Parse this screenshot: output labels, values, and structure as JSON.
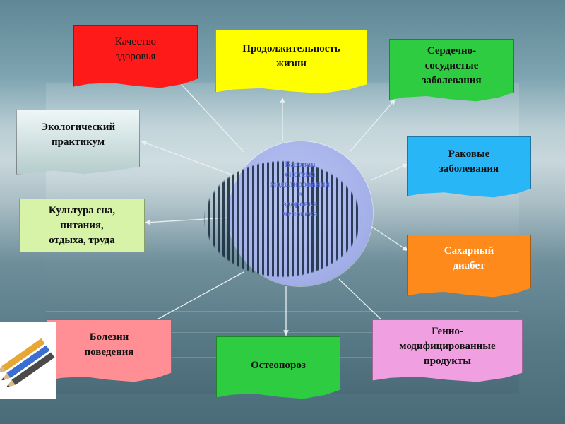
{
  "center": {
    "text": "Базовая\nсистема\nмоделирования\nв\nздоровья\nчеловека"
  },
  "boxes": {
    "kachestvo": "Качество\nздоровья",
    "prodolzh": "Продолжительность\nжизни",
    "serdechno": "Сердечно-\nсосудистые\nзаболевания",
    "ekolog": "Экологический\nпрактикум",
    "rakovye": "Раковые\nзаболевания",
    "kultura": "Культура сна,\nпитания,\nотдыха, труда",
    "sahar": "Сахарный\nдиабет",
    "bolezni": "Болезни\nповедения",
    "osteo": "Остеопороз",
    "genno": "Генно-\nмодифицированные\nпродукты"
  },
  "colors": {
    "red": "#ff1a1a",
    "yellow": "#ffff00",
    "green": "#2ecc40",
    "blue": "#29b6f6",
    "orange": "#ff8a1c",
    "pink": "#ff8f94",
    "violet": "#f0a0e0",
    "light_green": "#d6f3a8",
    "teal_grey": "#c6dada"
  },
  "icons": {
    "pencils": "pencils-icon"
  }
}
